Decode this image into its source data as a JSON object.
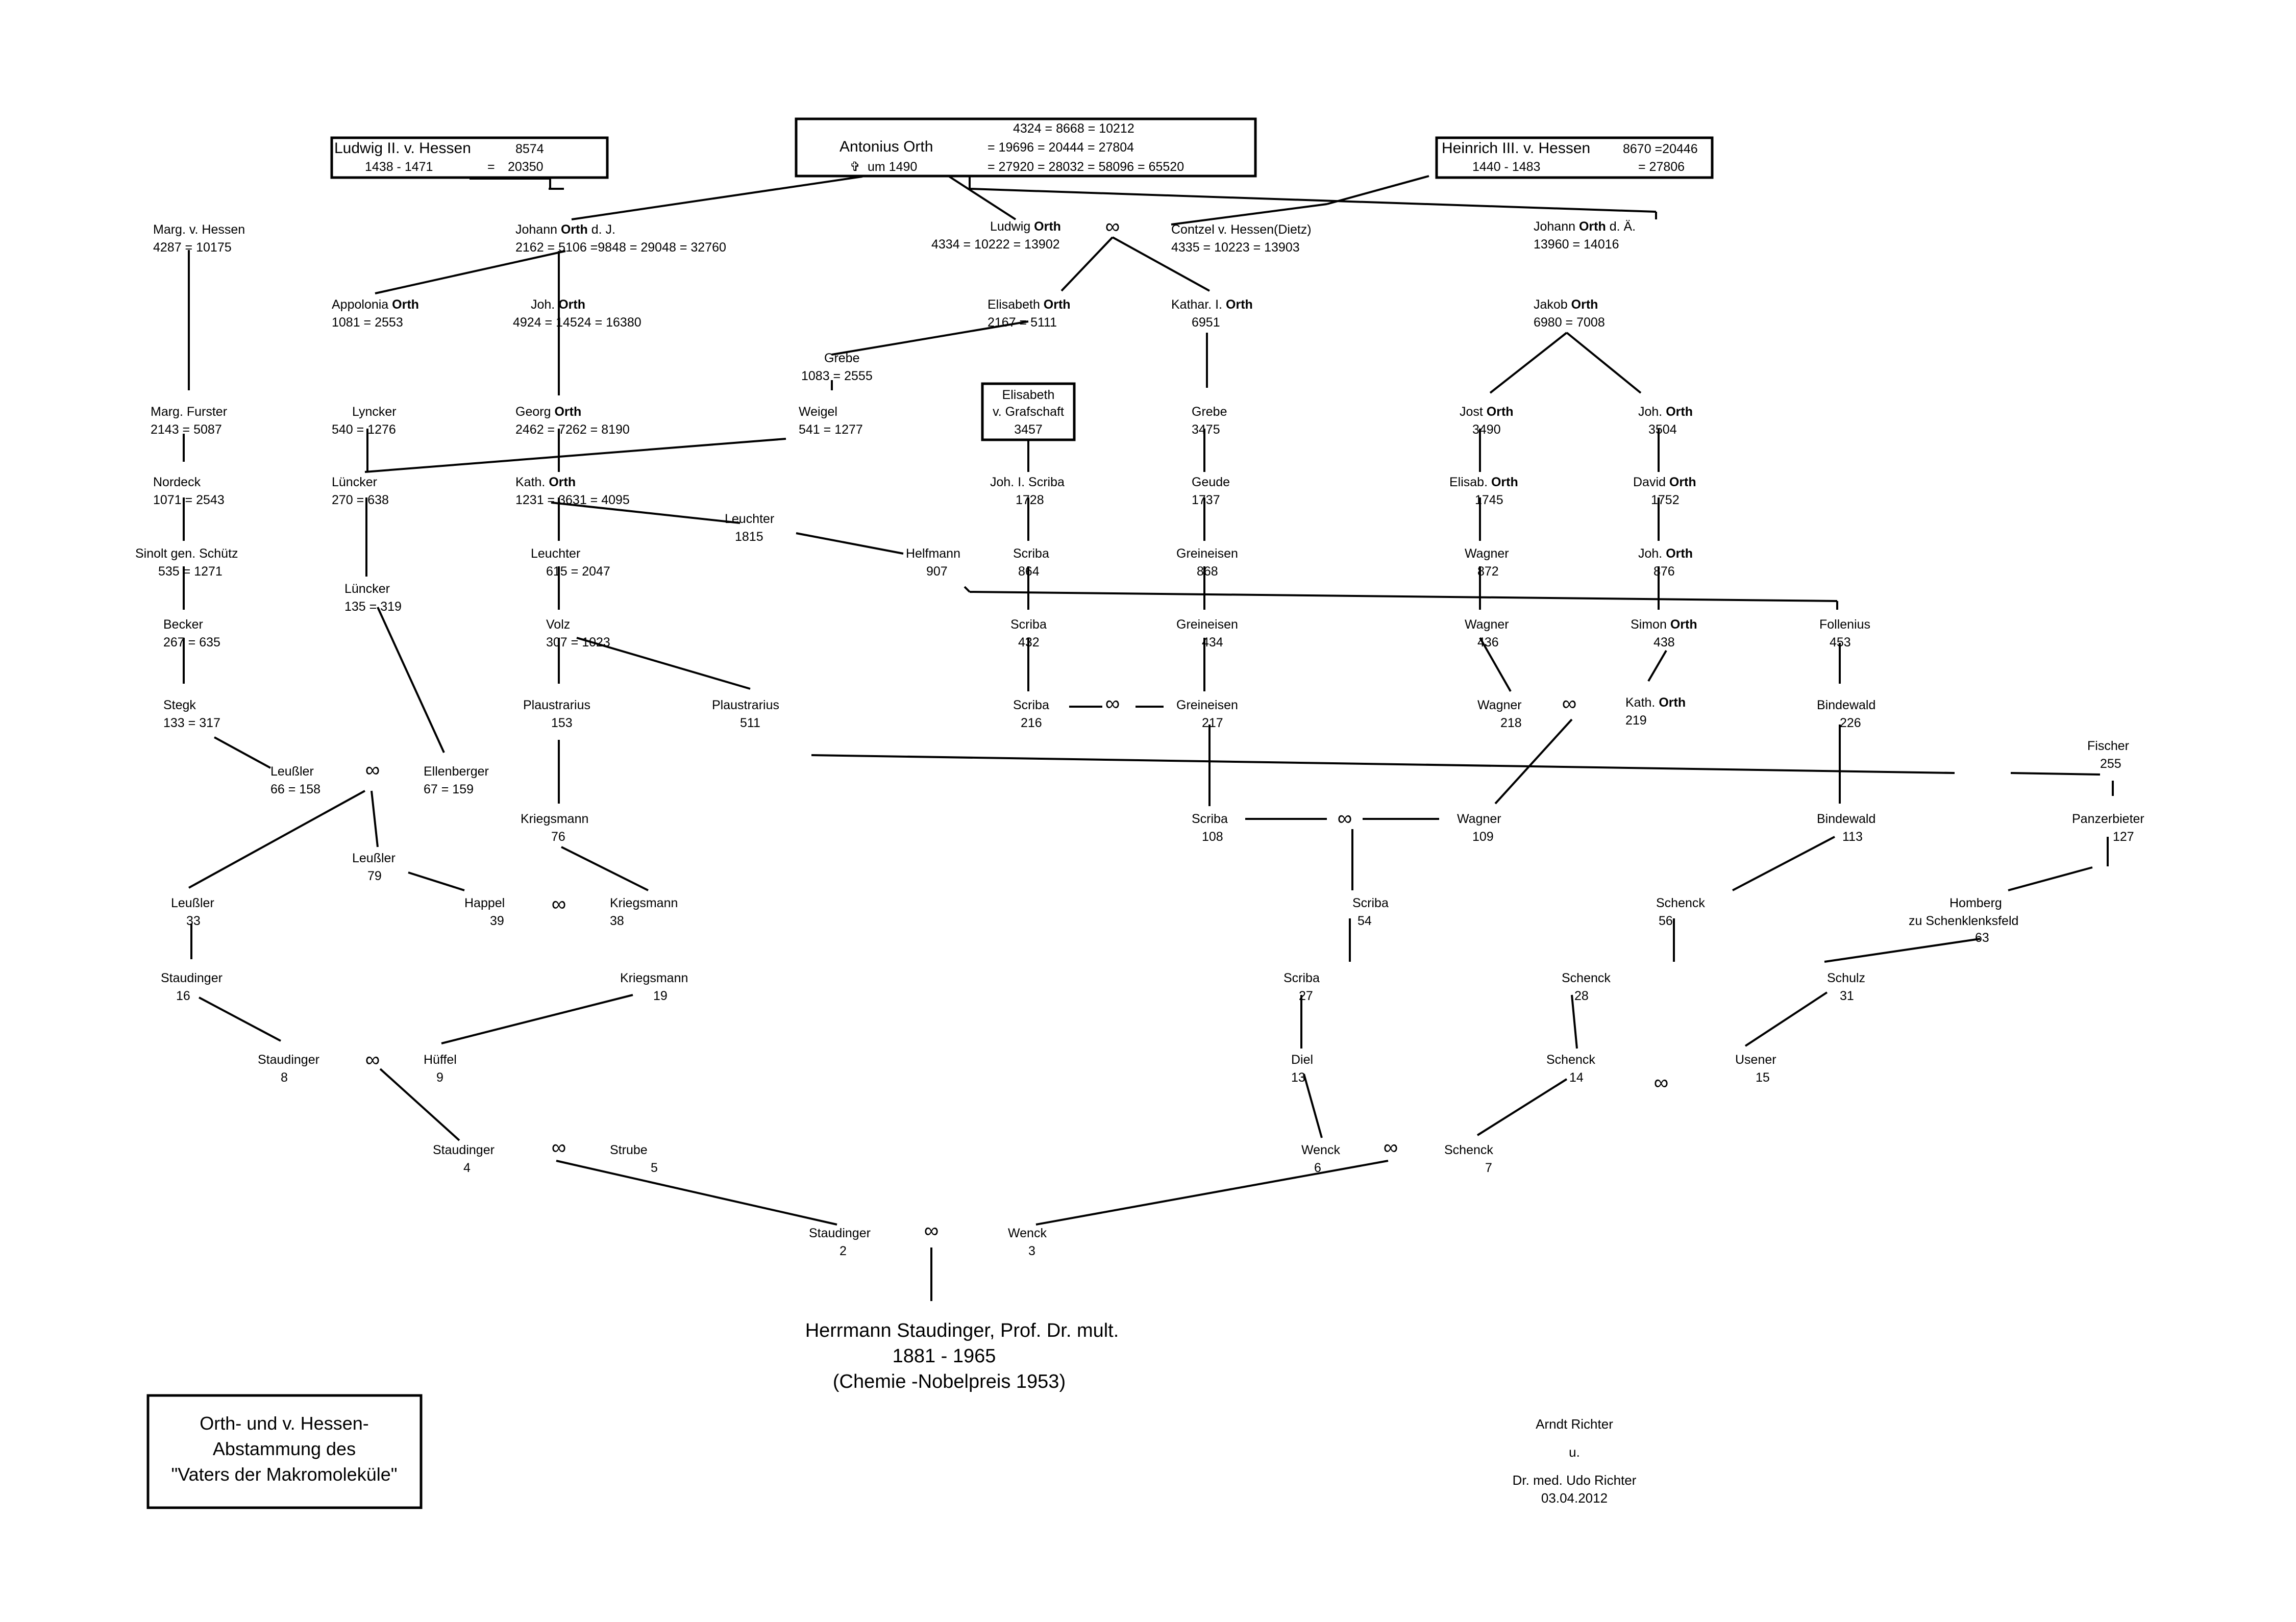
{
  "header_boxes": {
    "ludwig": {
      "name": "Ludwig II. v. Hessen",
      "number": "8574",
      "years": "1438 - 1471",
      "eq": "=",
      "number2": "20350"
    },
    "antonius": {
      "line1": "4324 = 8668 = 10212",
      "name": "Antonius Orth",
      "line2": "= 19696 = 20444 = 27804",
      "cross": "✞",
      "date": "um 1490",
      "line3": "= 27920 = 28032 = 58096  = 65520"
    },
    "heinrich": {
      "name": "Heinrich III. v. Hessen",
      "number": "8670 =20446",
      "years": "1440 - 1483",
      "number2": "= 27806"
    }
  },
  "persons": [
    {
      "id": "marg_hessen",
      "name": "Marg. v. Hessen",
      "num": "4287 = 10175"
    },
    {
      "id": "johann_orth_j",
      "pre": "Johann ",
      "bold": "Orth",
      "post": " d. J.",
      "num": "2162 = 5106 =9848 = 29048   = 32760"
    },
    {
      "id": "ludwig_orth",
      "pre": "Ludwig ",
      "bold": "Orth",
      "post": "",
      "num": "4334 = 10222 = 13902"
    },
    {
      "id": "contzel",
      "name": "Contzel v. Hessen(Dietz)",
      "num": "4335 = 10223 = 13903"
    },
    {
      "id": "johann_orth_a",
      "pre": "Johann ",
      "bold": "Orth",
      "post": " d. Ä.",
      "num": "13960 = 14016"
    },
    {
      "id": "appolonia",
      "pre": "Appolonia ",
      "bold": "Orth",
      "post": "",
      "num": "1081 = 2553"
    },
    {
      "id": "joh_orth",
      "pre": "Joh. ",
      "bold": "Orth",
      "post": "",
      "num": "4924 = 14524  = 16380"
    },
    {
      "id": "elisabeth_orth",
      "pre": "Elisabeth ",
      "bold": "Orth",
      "post": "",
      "num": "2167 = 5111"
    },
    {
      "id": "kathar_orth",
      "pre": "Kathar. I. ",
      "bold": "Orth",
      "post": "",
      "num": "6951"
    },
    {
      "id": "jakob_orth",
      "pre": "Jakob ",
      "bold": "Orth",
      "post": "",
      "num": "6980 = 7008"
    },
    {
      "id": "grebe_1083",
      "name": "Grebe",
      "num": "1083 = 2555"
    },
    {
      "id": "marg_furster",
      "name": "Marg. Furster",
      "num": "2143 = 5087"
    },
    {
      "id": "lyncker",
      "name": "Lyncker",
      "num": "540 = 1276"
    },
    {
      "id": "georg_orth",
      "pre": "Georg ",
      "bold": "Orth",
      "post": "",
      "num": "2462 = 7262    = 8190"
    },
    {
      "id": "weigel",
      "name": "Weigel",
      "num": "541 = 1277"
    },
    {
      "id": "grebe_3475",
      "name": "Grebe",
      "num": "3475"
    },
    {
      "id": "jost_orth",
      "pre": "Jost ",
      "bold": "Orth",
      "post": "",
      "num": "3490"
    },
    {
      "id": "joh_orth_3504",
      "pre": "Joh. ",
      "bold": "Orth",
      "post": "",
      "num": "3504"
    },
    {
      "id": "nordeck",
      "name": "Nordeck",
      "num": "1071 = 2543"
    },
    {
      "id": "luencker_270",
      "name": "Lüncker",
      "num": "270 = 638"
    },
    {
      "id": "kath_orth",
      "pre": "Kath. ",
      "bold": "Orth",
      "post": "",
      "num": "1231 = 3631    = 4095"
    },
    {
      "id": "joh_scriba",
      "name": "Joh. I. Scriba",
      "num": "1728"
    },
    {
      "id": "geude",
      "name": "Geude",
      "num": "1737"
    },
    {
      "id": "elisab_orth",
      "pre": "Elisab. ",
      "bold": "Orth",
      "post": "",
      "num": "1745"
    },
    {
      "id": "david_orth",
      "pre": "David ",
      "bold": "Orth",
      "post": "",
      "num": "1752"
    },
    {
      "id": "leuchter_1815",
      "name": "Leuchter",
      "num": "1815"
    },
    {
      "id": "sinolt",
      "name": "Sinolt gen. Schütz",
      "num": "535 = 1271"
    },
    {
      "id": "leuchter_615",
      "name": "Leuchter",
      "num": "615        = 2047"
    },
    {
      "id": "helfmann",
      "name": "Helfmann",
      "num": "907"
    },
    {
      "id": "scriba_864",
      "name": "Scriba",
      "num": "864"
    },
    {
      "id": "greineisen_868",
      "name": "Greineisen",
      "num": "868"
    },
    {
      "id": "wagner_872",
      "name": "Wagner",
      "num": "872"
    },
    {
      "id": "joh_orth_876",
      "pre": "Joh. ",
      "bold": "Orth",
      "post": "",
      "num": "876"
    },
    {
      "id": "luencker_135",
      "name": "Lüncker",
      "num": "135 = 319"
    },
    {
      "id": "becker",
      "name": "Becker",
      "num": "267 = 635"
    },
    {
      "id": "volz",
      "name": "Volz",
      "num": "307        = 1023"
    },
    {
      "id": "scriba_432",
      "name": "Scriba",
      "num": "432"
    },
    {
      "id": "greineisen_434",
      "name": "Greineisen",
      "num": "434"
    },
    {
      "id": "wagner_436",
      "name": "Wagner",
      "num": "436"
    },
    {
      "id": "simon_orth",
      "pre": "Simon ",
      "bold": "Orth",
      "post": "",
      "num": "438"
    },
    {
      "id": "follenius",
      "name": "Follenius",
      "num": "453"
    },
    {
      "id": "stegk",
      "name": "Stegk",
      "num": "133 = 317"
    },
    {
      "id": "plaustrarius_153",
      "name": "Plaustrarius",
      "num": "153"
    },
    {
      "id": "plaustrarius_511",
      "name": "Plaustrarius",
      "num": "511"
    },
    {
      "id": "scriba_216",
      "name": "Scriba",
      "num": "216"
    },
    {
      "id": "greineisen_217",
      "name": "Greineisen",
      "num": "217"
    },
    {
      "id": "wagner_218",
      "name": "Wagner",
      "num": "218"
    },
    {
      "id": "kath_orth_219",
      "pre": "Kath. ",
      "bold": "Orth",
      "post": "",
      "num": "219"
    },
    {
      "id": "bindewald_226",
      "name": "Bindewald",
      "num": "226"
    },
    {
      "id": "leussler_66",
      "name": "Leußler",
      "num": "66 = 158"
    },
    {
      "id": "ellenberger",
      "name": "Ellenberger",
      "num": "67 = 159"
    },
    {
      "id": "fischer",
      "name": "Fischer",
      "num": "255"
    },
    {
      "id": "kriegsmann_76",
      "name": "Kriegsmann",
      "num": "76"
    },
    {
      "id": "scriba_108",
      "name": "Scriba",
      "num": "108"
    },
    {
      "id": "wagner_109",
      "name": "Wagner",
      "num": "109"
    },
    {
      "id": "bindewald_113",
      "name": "Bindewald",
      "num": "113"
    },
    {
      "id": "panzerbieter",
      "name": "Panzerbieter",
      "num": "127"
    },
    {
      "id": "leussler_79",
      "name": "Leußler",
      "num": "79"
    },
    {
      "id": "leussler_33",
      "name": "Leußler",
      "num": "33"
    },
    {
      "id": "happel",
      "name": "Happel",
      "num": "39"
    },
    {
      "id": "kriegsmann_38",
      "name": "Kriegsmann",
      "num": "38"
    },
    {
      "id": "scriba_54",
      "name": "Scriba",
      "num": "54"
    },
    {
      "id": "schenck_56",
      "name": "Schenck",
      "num": "56"
    },
    {
      "id": "homberg",
      "name": "Homberg",
      "name2": "zu Schenklenksfeld",
      "num": "63"
    },
    {
      "id": "staudinger_16",
      "name": "Staudinger",
      "num": "16"
    },
    {
      "id": "kriegsmann_19",
      "name": "Kriegsmann",
      "num": "19"
    },
    {
      "id": "scriba_27",
      "name": "Scriba",
      "num": "27"
    },
    {
      "id": "schenck_28",
      "name": "Schenck",
      "num": "28"
    },
    {
      "id": "schulz",
      "name": "Schulz",
      "num": "31"
    },
    {
      "id": "staudinger_8",
      "name": "Staudinger",
      "num": "8"
    },
    {
      "id": "hueffel",
      "name": "Hüffel",
      "num": "9"
    },
    {
      "id": "diel",
      "name": "Diel",
      "num": "13"
    },
    {
      "id": "schenck_14",
      "name": "Schenck",
      "num": "14"
    },
    {
      "id": "usener",
      "name": "Usener",
      "num": "15"
    },
    {
      "id": "staudinger_4",
      "name": "Staudinger",
      "num": "4"
    },
    {
      "id": "strube",
      "name": "Strube",
      "num": "5"
    },
    {
      "id": "wenck_6",
      "name": "Wenck",
      "num": "6"
    },
    {
      "id": "schenck_7",
      "name": "Schenck",
      "num": "7"
    },
    {
      "id": "staudinger_2",
      "name": "Staudinger",
      "num": "2"
    },
    {
      "id": "wenck_3",
      "name": "Wenck",
      "num": "3"
    }
  ],
  "elisabeth_box": {
    "line1": "Elisabeth",
    "line2": "v. Grafschaft",
    "num": "3457"
  },
  "marriage_symbol": "∞",
  "root": {
    "line1": "Herrmann Staudinger, Prof. Dr. mult.",
    "line2": "1881 - 1965",
    "line3": "(Chemie -Nobelpreis 1953)"
  },
  "title_box": {
    "line1": "Orth- und v. Hessen-",
    "line2": "Abstammung des",
    "line3": "\"Vaters der Makromoleküle\""
  },
  "authors": {
    "line1": "Arndt Richter",
    "line2": "u.",
    "line3": "Dr. med. Udo Richter",
    "line4": "03.04.2012"
  }
}
